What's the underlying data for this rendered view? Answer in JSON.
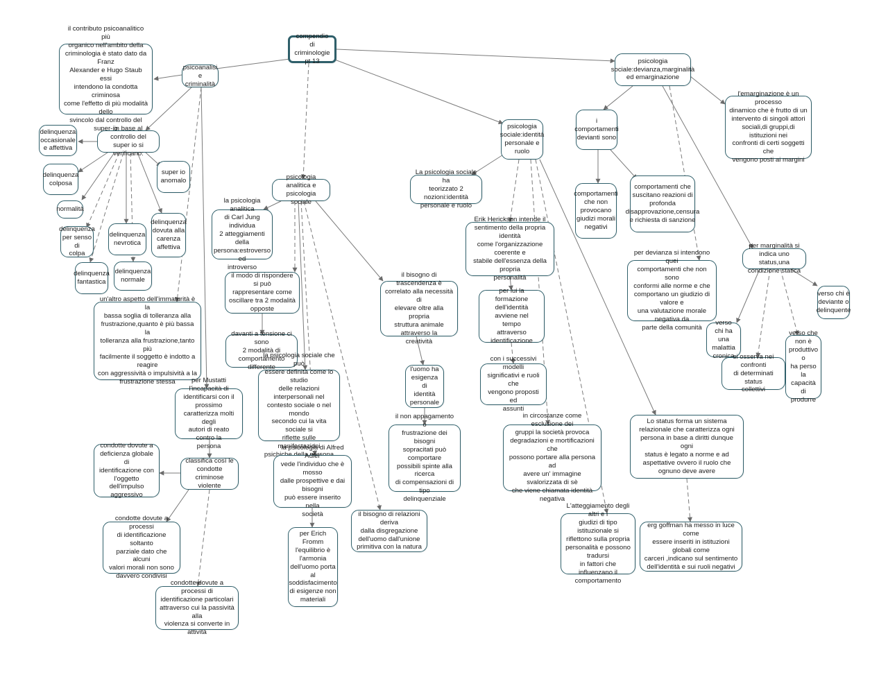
{
  "nodes": {
    "root": "compendio di\ncriminologie pt 13",
    "psicoanalisi": "psicoanalisi\ne criminalità",
    "contributo": "il contributo psicoanalitico più\norganico nell'ambito della\ncriminologia è stato dato da Franz\nAlexander e Hugo Staub essi\nintendono la condotta criminosa\ncome l'effetto di più modalità dello\nsvincolo dal controllo del super-io",
    "controllo": "in base al controllo del\nsuper io si verificano:",
    "occasionale": "delinquenza\noccasionale\ne affettiva",
    "colposa": "delinquenza\ncolposa",
    "normalita": "normalità",
    "colpa": "delinquenza\nper senso di\ncolpa",
    "fantastica": "delinquenza\nfantastica",
    "nevrotica": "delinquenza\nnevrotica",
    "normale": "delinquenza\nnormale",
    "carenza": "delinquenza\ndovuta alla\ncarenza\naffettiva",
    "superio": "super io\nanomalo",
    "immaturita": "un'altro aspetto dell'immaturità è la\nbassa soglia di tolleranza alla\nfrustrazione,quanto è più bassa la\ntolleranza alla frustrazione,tanto più\nfacilmente il soggetto è indotto a reagire\ncon aggressività o impulsività a la\nfrustrazione stessa",
    "mustatti": "per Mustatti l'incapacità di\nidentificarsi con il prossimo\ncaratterizza molti degli\nautori di reato contro la\npersona",
    "classifica": "classifica così le\ncondotte criminose\nviolente",
    "deficienza": "condotte dovute a\ndeficienza globale di\nidentificazione con\nl'oggetto dell'impulso\naggressivo",
    "parziale": "condotte dovute a processi\ndi identificazione soltanto\nparziale dato che alcuni\nvalori morali non sono\ndavvero condivisi",
    "passivita": "condotte dovute a processi di\nidentificazione particolari\nattraverso cui la passività alla\nviolenza si converte in attività",
    "analitica": "psicologia analitica e\npsicologia sociale",
    "jung": "la psicologia analitica\ndi Carl Jung individua\n2 atteggiamenti della\npersona:estroverso ed\nintroverso",
    "oscillare": "il modo di rispondere si può\nrappresentare come\noscillare tra 2 modalità\nopposte",
    "tensione": "davanti a tensione ci sono\n2 modalità di\ncomportamento differente",
    "sociale": "la psicologia sociale che può\nessere definita come lo studio\ndelle relazioni interpersonali nel\ncontesto sociale o nel mondo\nsecondo cui la vita sociale si\nriflette sulle manifestazioni\npsichiche della persona",
    "adler": "la psicologia di Alfred Adler\nvede l'individuo che è mosso\ndalle prospettive e dai bisogni\npuò essere inserito nella\nsocietà",
    "fromm": "per Erich Fromm\nl'equilibrio è\nl'armonia\ndell'uomo porta\nal\nsoddisfacimento\ndi esigenze non\nmateriali",
    "relazioni": "il bisogno di relazioni deriva\ndalla disgregazione\ndell'uomo dall'unione\nprimitiva con la natura",
    "trascendenza": "il bisogno di trascendenza è\ncorrelato alla necessità di\nelevare oltre alla propria\nstruttura animale attraverso la\ncreatività",
    "esigenza": "l'uomo ha\nesigenza di\nidentità\npersonale",
    "appagamento": "il non appagamento o\nfrustrazione dei bisogni\nsopracitati può comportare\npossibili spinte alla ricerca\ndi compensazioni di tipo\ndelinquenziale",
    "identita": "psicologia\nsociale:identità\npersonale e\nruolo",
    "teorizzato": "La psicologia sociale ha\nteorizzato 2 nozioni:identità\npersonale e ruolo",
    "erikson": "Erik Herickson intende il\nsentimento della propria identità\ncome l'organizzazione coerente e\nstabile dell'essenza della propria\npersonalità",
    "formazione": "per lui la formazione\ndell'identità avviene nel\ntempo\nattraverso identificazione",
    "modelli": "con i successivi modelli\nsignificativi e ruoli che\nvengono proposti ed\nassunti",
    "esclusione": "in circostanze come esclusione dei\ngruppi la società provoca\ndegradazioni e mortificazioni che\npossono portare alla persona ad\navere un' immagine svalorizzata di sè\nche viene chiamata identità negativa",
    "atteggiamento": "L'atteggiamento degli altri e i\ngiudizi di tipo istituzionale si\nriflettono sulla propria\npersonalità e possono tradursi\nin fattori che influenzano il\ncomportamento",
    "status": "Lo status forma un sistema\nrelazionale che caratterizza ogni\npersona in base a diritti dunque ogni\nstatus è legato a norme e ad\naspettative ovvero il ruolo che\nognuno deve avere",
    "goffman": "erg goffman ha messo in luce come\nessere inseriti in istituzioni globali come\ncarceri ,indicano sul sentimento\ndell'identità e sui ruoli negativi",
    "devianza": "psicologia\nsociale:devianza,marginalità\ned emarginazione",
    "emarginazione": "l'emarginazione è un processo\ndinamico che è frutto di un\nintervento di singoli attori\nsociali,di gruppi,di istituzioni nei\nconfronti di certi soggetti che\nvengono posti ai margini",
    "comportamenti": "i\ncomportamenti\ndevianti sono",
    "nonprovocano": "comportamenti\nche non\nprovocano\ngiudizi morali\nnegativi",
    "suscitano": "comportamenti che\nsuscitano reazioni di\nprofonda\ndisapprovazione,censura\ne richiesta di sanzione",
    "perdevianza": "per devianza si intendono quei\ncomportamenti che non sono\nconformi alle norme e che\ncomportano un giudizio di valore e\nuna valutazione morale negativa da\nparte della comunità",
    "marginalita": "per marginalità si indica uno\nstatus,una condizione statica",
    "deviante": "verso chi è\ndeviante o\ndelinquente",
    "malattia": "verso chi ha\nuna malattia\ncronica",
    "collettivi": "si osserva nei confronti\ndi determinati status\ncollettivi",
    "produttivo": "verso che\nnon è\nproduttivo o\nha perso la\ncapacità di\nprodurre"
  }
}
